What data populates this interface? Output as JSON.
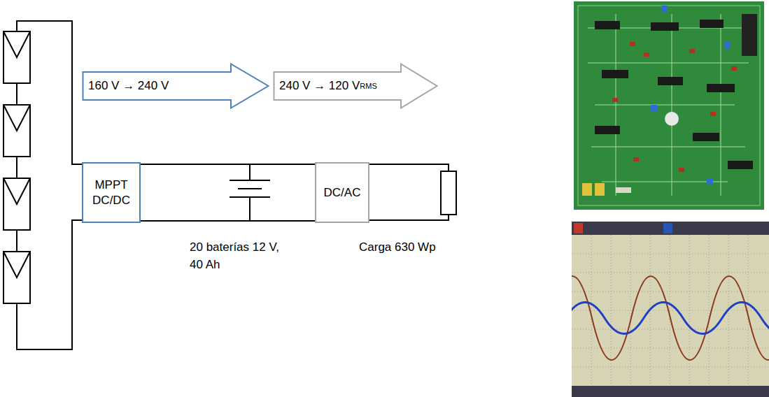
{
  "diagram": {
    "nodes": [
      {
        "text": [
          "160 V → 240 V"
        ]
      },
      {
        "text": [
          "240 V → 120 V",
          "RMS"
        ]
      },
      {
        "text": [
          "MPPT DC/DC"
        ]
      },
      {
        "text": [
          "DC/AC"
        ]
      }
    ],
    "edges": [
      {
        "from": 2,
        "to": 3,
        "arrow": "none"
      },
      {
        "from": 2,
        "to": 3,
        "arrow": "none"
      }
    ],
    "labels": [
      "20 baterías 12 V, 40 Ah",
      "Carga 630 Wp"
    ]
  }
}
